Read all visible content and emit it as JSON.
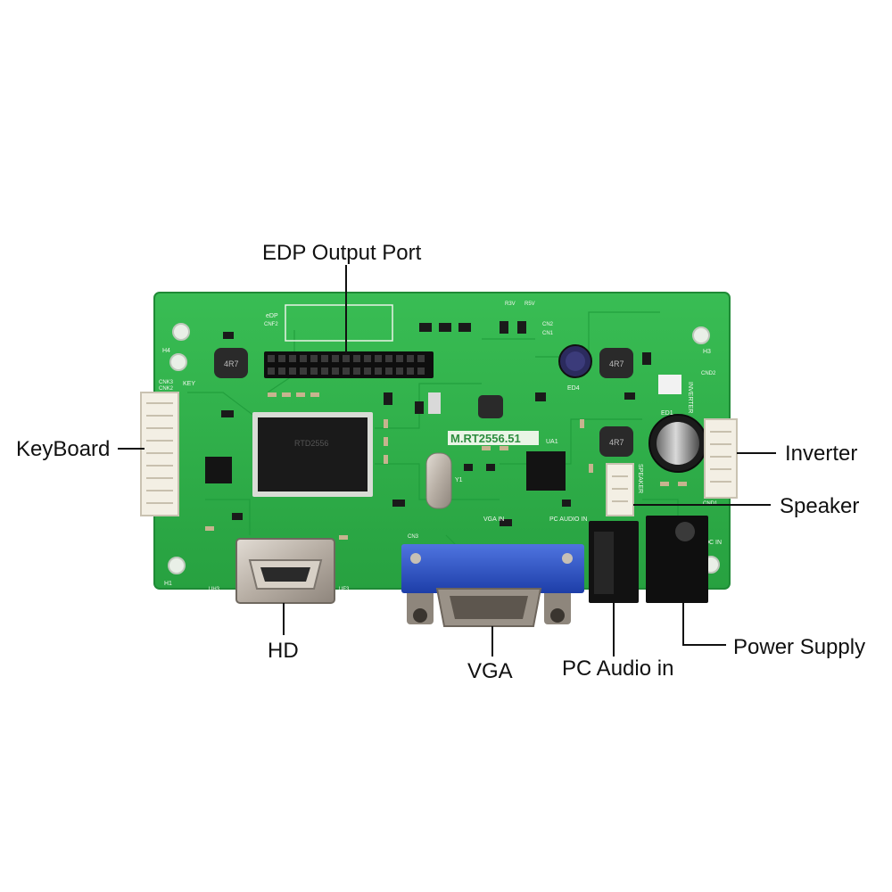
{
  "labels": {
    "edp_output_port": "EDP Output Port",
    "keyboard": "KeyBoard",
    "inverter": "Inverter",
    "speaker": "Speaker",
    "hd": "HD",
    "vga": "VGA",
    "pc_audio_in": "PC Audio in",
    "power_supply": "Power Supply"
  },
  "board": {
    "model": "M.RT2556.51",
    "silkscreen": {
      "vga_in": "VGA IN",
      "pc_audio_in": "PC AUDIO IN",
      "dc_in": "DC IN",
      "key": "KEY",
      "edp": "eDP",
      "inverter": "INVERTER",
      "speaker": "SPEAKER",
      "cn3": "CN3",
      "h1": "H1",
      "h3": "H3",
      "h4": "H4",
      "cnk3": "CNK3",
      "cnk2": "CNK2",
      "cnf2": "CNF2",
      "ua1": "UA1",
      "ed1": "ED1",
      "ed4": "ED4",
      "y1": "Y1",
      "cnd1": "CND1",
      "cnd2": "CND2",
      "uh3": "UH3",
      "uf3": "UF3",
      "inductor": "4R7",
      "r3v": "R3V",
      "r5v": "R5V",
      "cn2": "CN2",
      "cn1": "CN1"
    }
  },
  "colors": {
    "pcb": "#2fb14a",
    "vga_connector": "#2a4fc4",
    "label_text": "#111111"
  }
}
